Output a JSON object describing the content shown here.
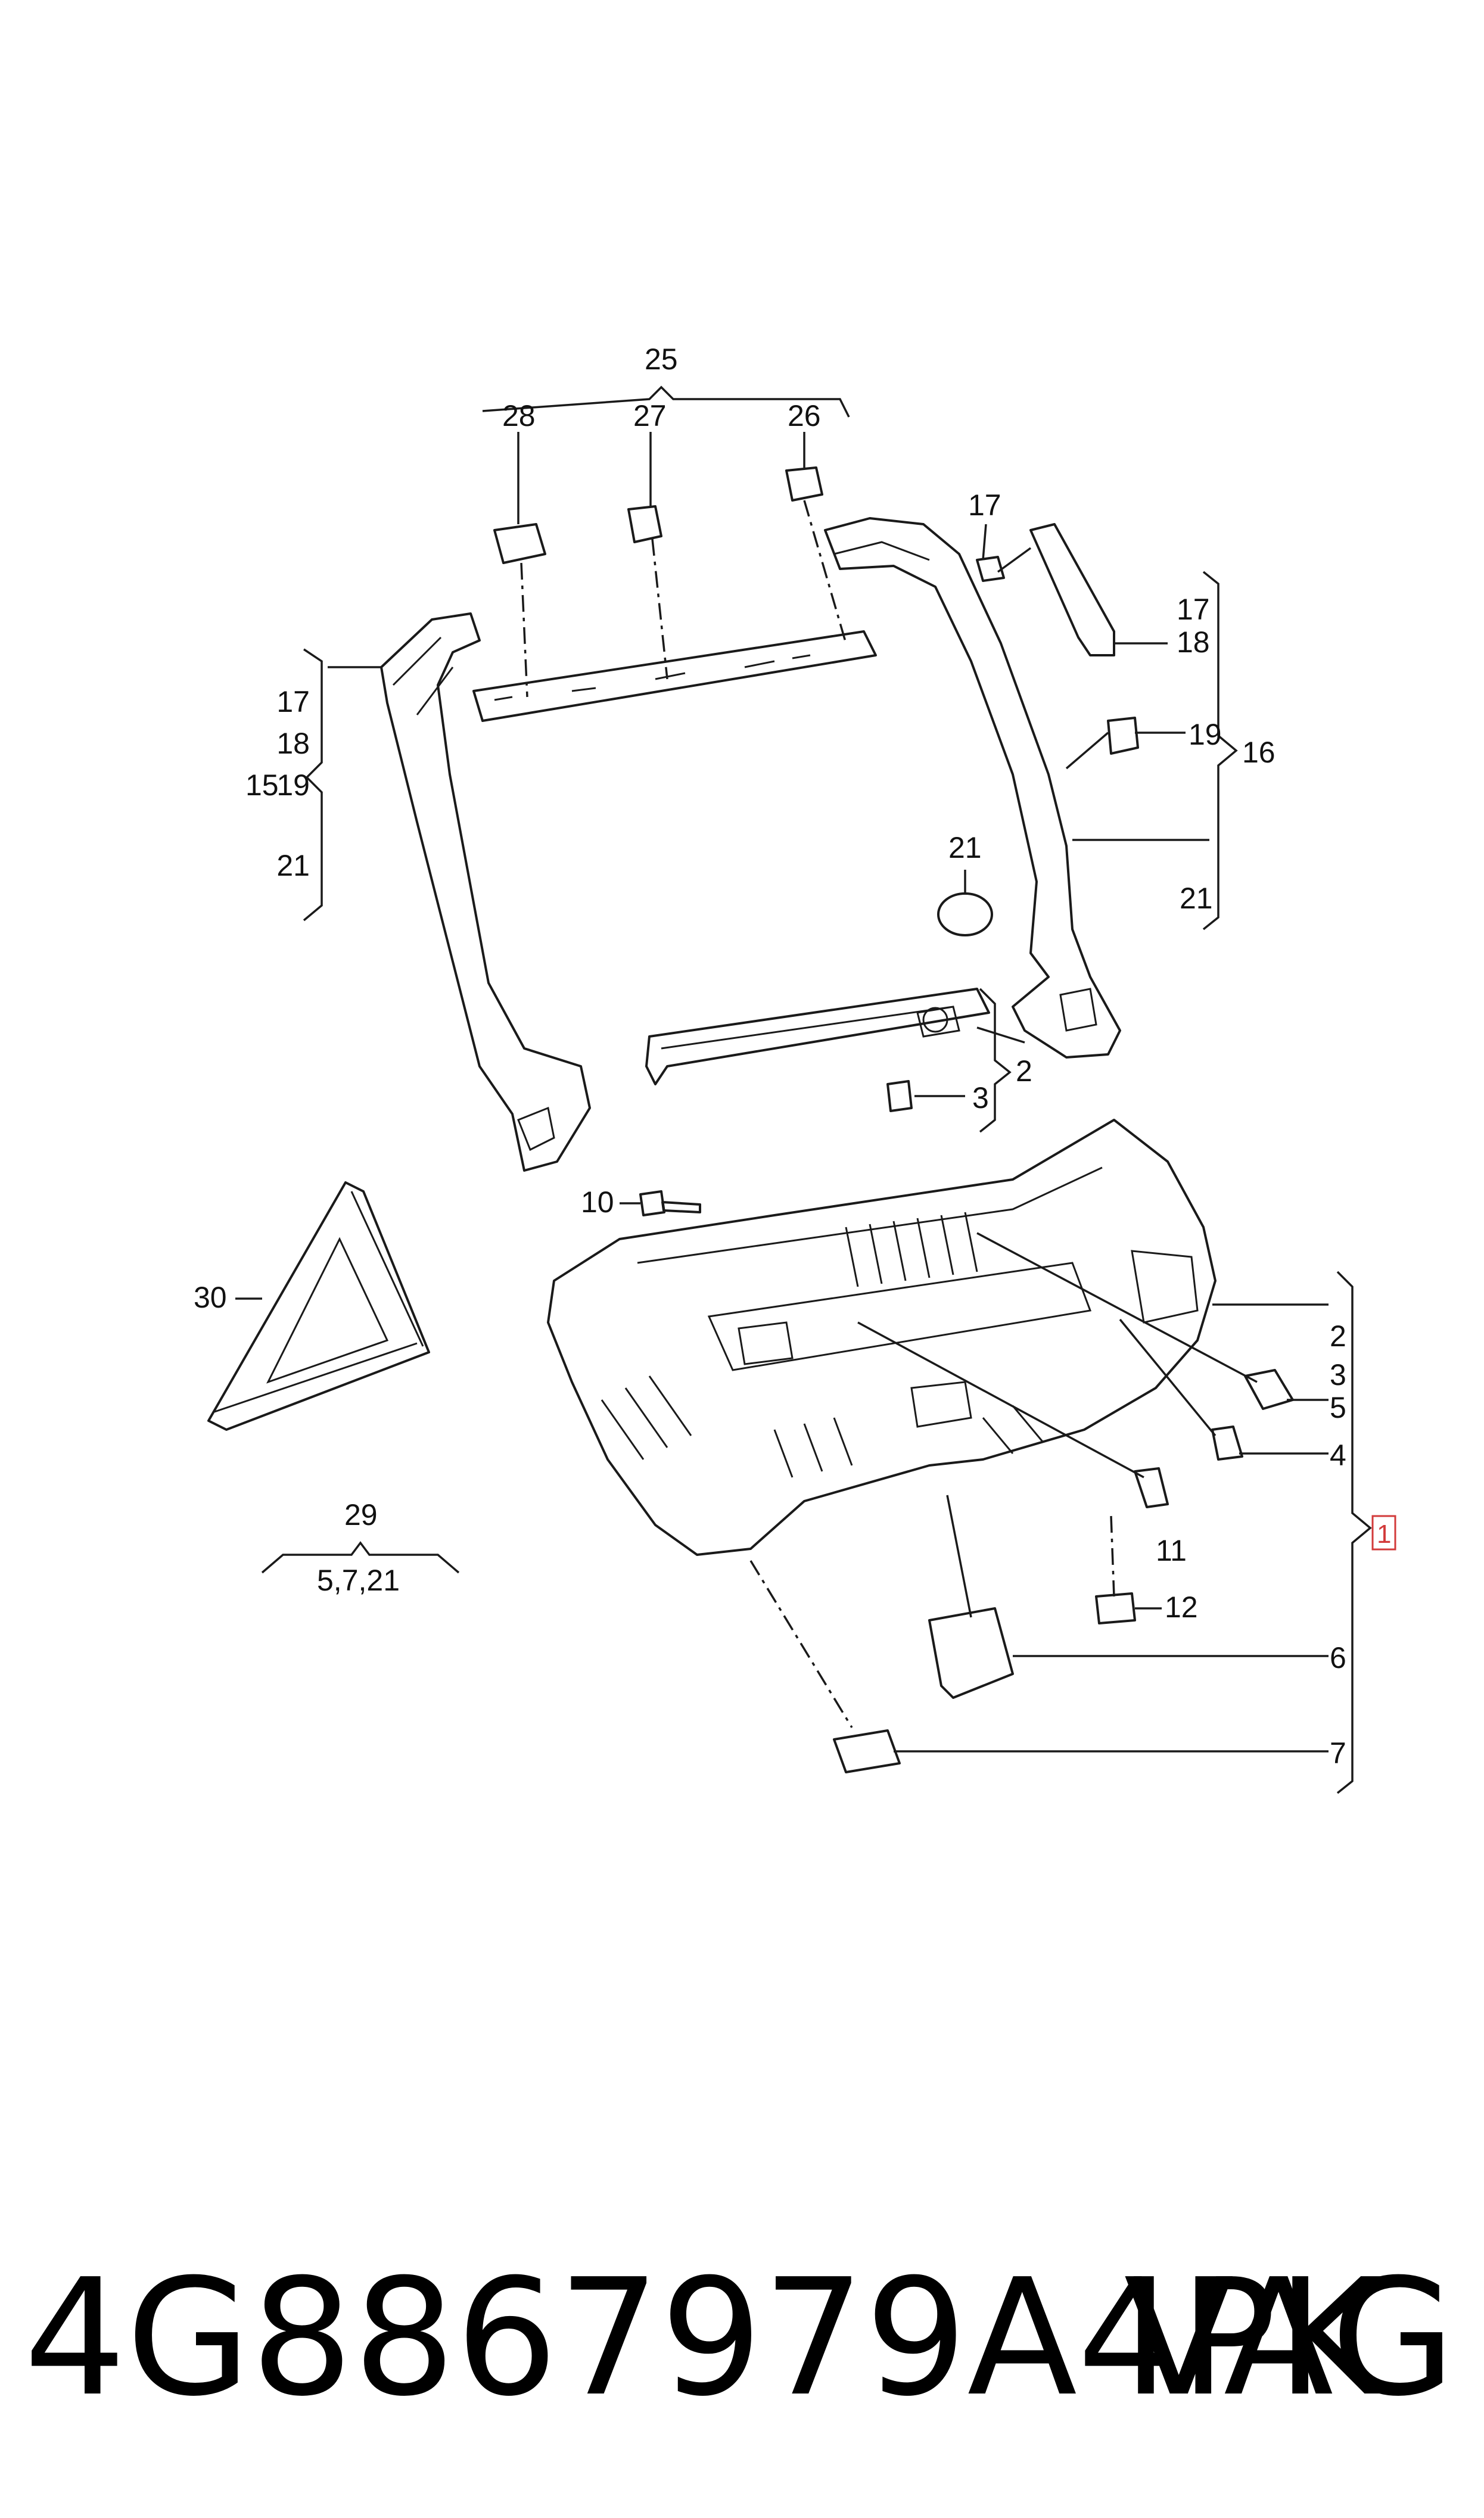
{
  "diagram": {
    "callouts": {
      "c25": "25",
      "c28": "28",
      "c27": "27",
      "c26": "26",
      "c17a": "17",
      "c17b": "17",
      "c18a": "18",
      "c19a": "19",
      "c16": "16",
      "c21a": "21",
      "c21b": "21",
      "c17c": "17",
      "c18b": "18",
      "c15": "15",
      "c19b": "19",
      "c21c": "21",
      "c2a": "2",
      "c3a": "3",
      "c10": "10",
      "c30": "30",
      "c2b": "2",
      "c3b": "3",
      "c5": "5",
      "c4": "4",
      "c1": "1",
      "c11": "11",
      "c12": "12",
      "c6": "6",
      "c7": "7",
      "c29": "29",
      "c29sub": "5,7,21"
    }
  },
  "footer": {
    "part_number": "4G8867979A4PK",
    "brand": "VAG"
  }
}
